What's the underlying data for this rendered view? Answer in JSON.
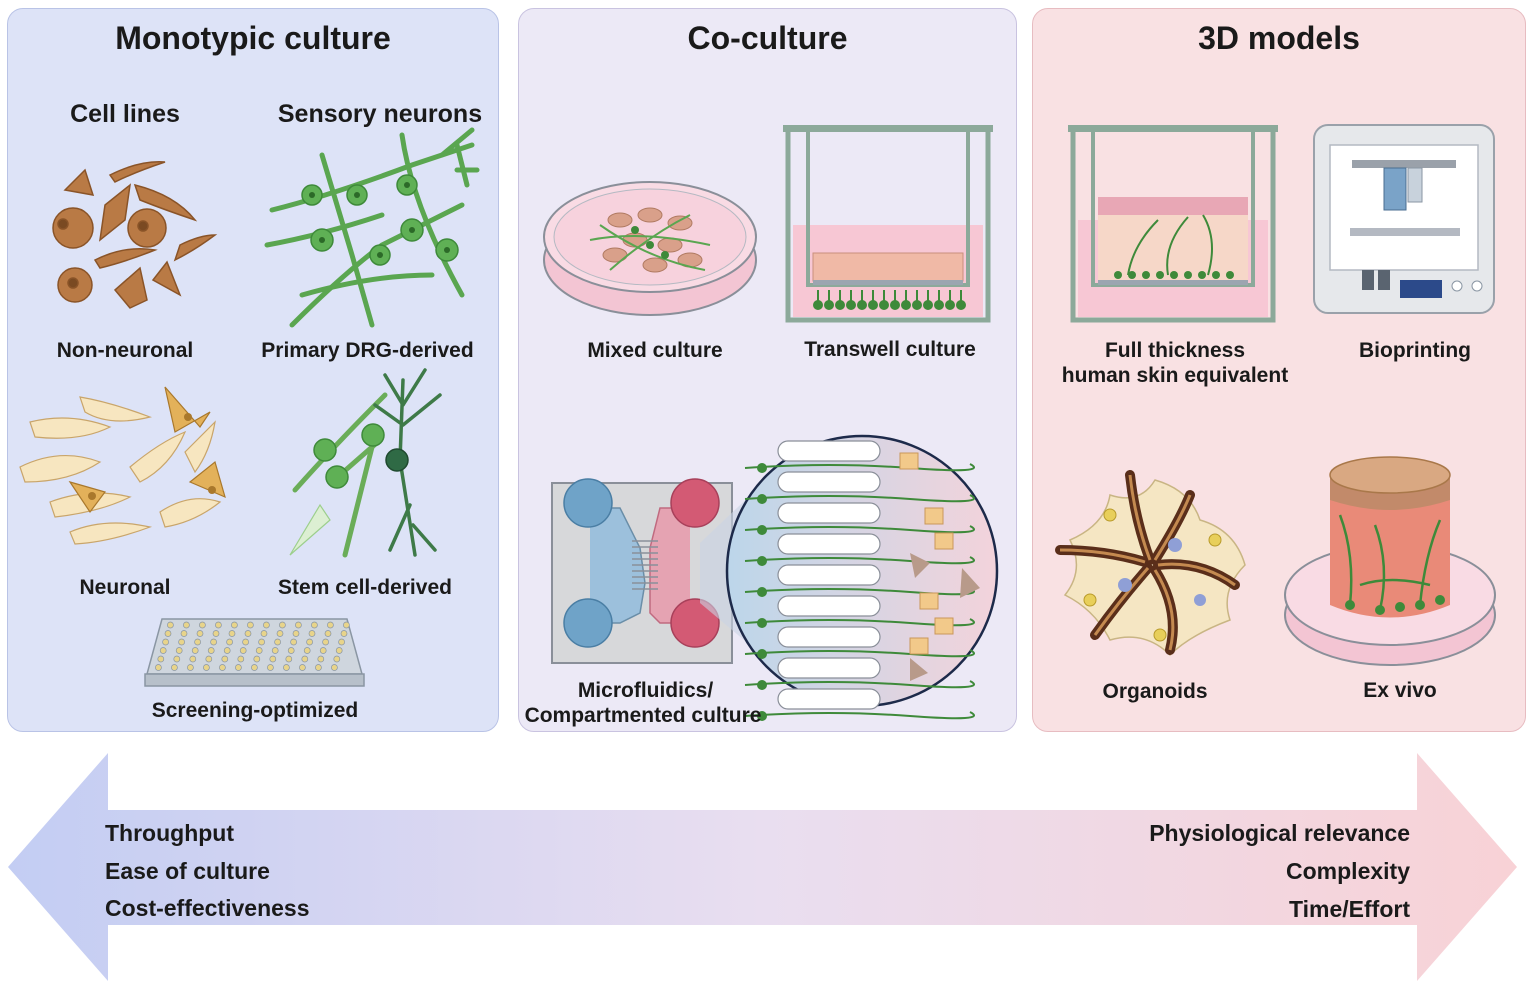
{
  "panels": {
    "monotypic": {
      "title": "Monotypic culture",
      "cell_lines": "Cell lines",
      "sensory_neurons": "Sensory neurons",
      "non_neuronal": "Non-neuronal",
      "primary_drg": "Primary DRG-derived",
      "neuronal": "Neuronal",
      "stem_cell": "Stem cell-derived",
      "screening": "Screening-optimized"
    },
    "coculture": {
      "title": "Co-culture",
      "mixed": "Mixed culture",
      "transwell": "Transwell culture",
      "microfluidics_line1": "Microfluidics/",
      "microfluidics_line2": "Compartmented culture"
    },
    "models3d": {
      "title": "3D models",
      "skin_line1": "Full thickness",
      "skin_line2": "human skin equivalent",
      "bioprinting": "Bioprinting",
      "organoids": "Organoids",
      "exvivo": "Ex vivo"
    }
  },
  "arrow": {
    "left": [
      "Throughput",
      "Ease of culture",
      "Cost-effectiveness"
    ],
    "right": [
      "Physiological relevance",
      "Complexity",
      "Time/Effort"
    ],
    "colors": {
      "left": "#c3cdf3",
      "mid": "#e9def0",
      "right": "#f8d2d6"
    }
  },
  "colors": {
    "panel1": "#dde3f7",
    "panel2": "#ece9f6",
    "panel3": "#f9e1e3",
    "neuron_green": "#5aa650",
    "cell_brown": "#b97a45",
    "medium_pink": "#f4c3d0",
    "channel_blue": "#6fa3c8",
    "channel_red": "#d35a74"
  }
}
